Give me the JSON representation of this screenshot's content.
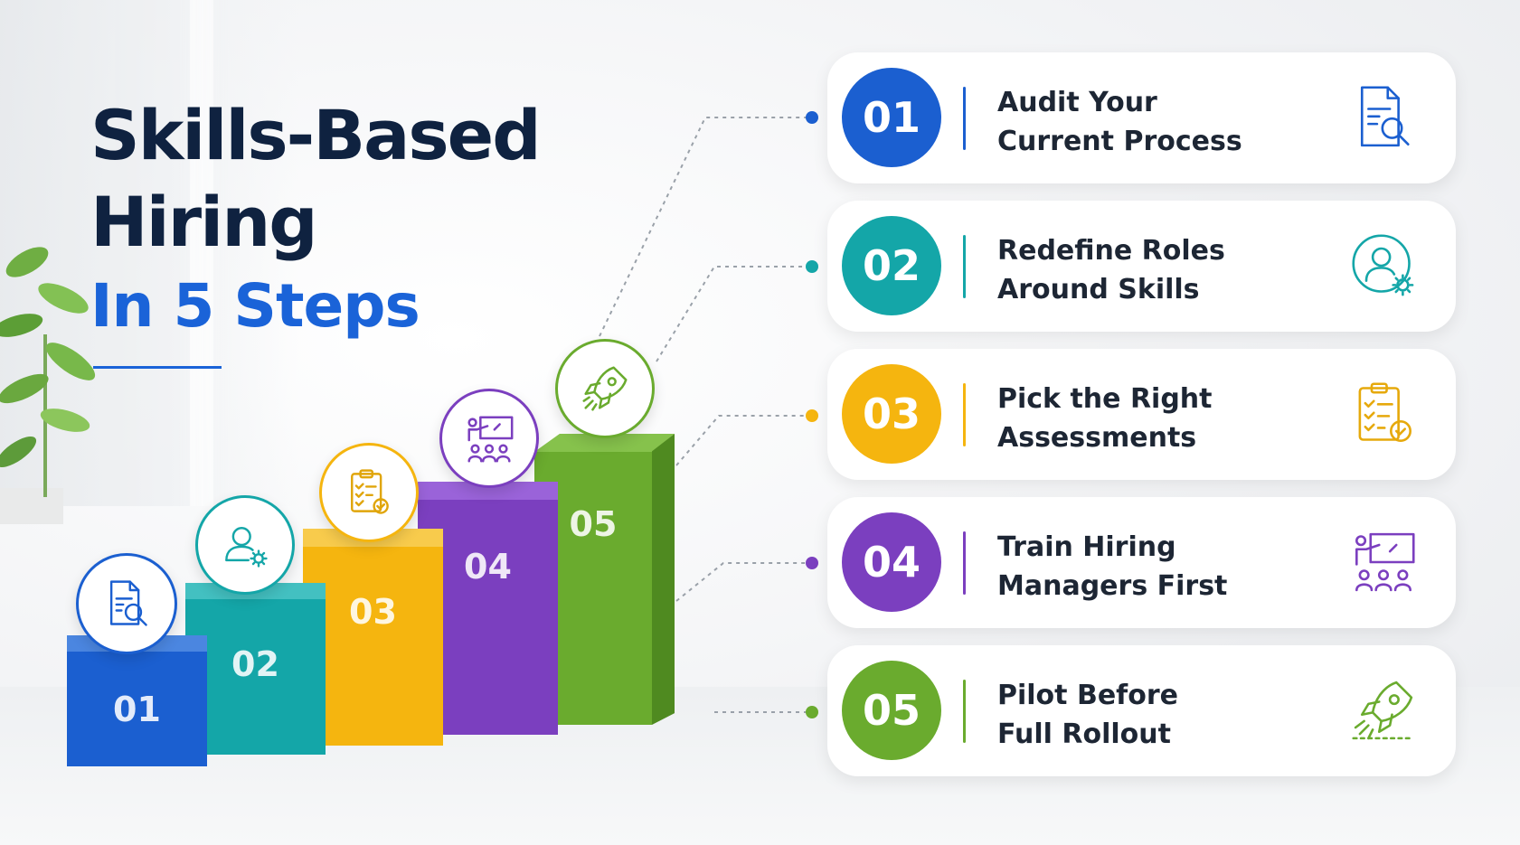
{
  "title": {
    "line1": "Skills-Based",
    "line2": "Hiring",
    "line3": "In 5 Steps"
  },
  "colors": {
    "navy": "#0f2240",
    "accent": "#1a63d8",
    "step1": "#1b5fd0",
    "step2": "#14a6a8",
    "step3": "#f5b50f",
    "step4": "#7b3fbf",
    "step5": "#6aab2e"
  },
  "steps": [
    {
      "number": "01",
      "line1": "Audit Your",
      "line2": "Current Process",
      "icon": "document-search-icon"
    },
    {
      "number": "02",
      "line1": "Redefine Roles",
      "line2": "Around Skills",
      "icon": "user-gear-icon"
    },
    {
      "number": "03",
      "line1": "Pick the Right",
      "line2": "Assessments",
      "icon": "clipboard-check-icon"
    },
    {
      "number": "04",
      "line1": "Train Hiring",
      "line2": "Managers First",
      "icon": "presentation-training-icon"
    },
    {
      "number": "05",
      "line1": "Pilot Before",
      "line2": "Full Rollout",
      "icon": "rocket-icon"
    }
  ]
}
